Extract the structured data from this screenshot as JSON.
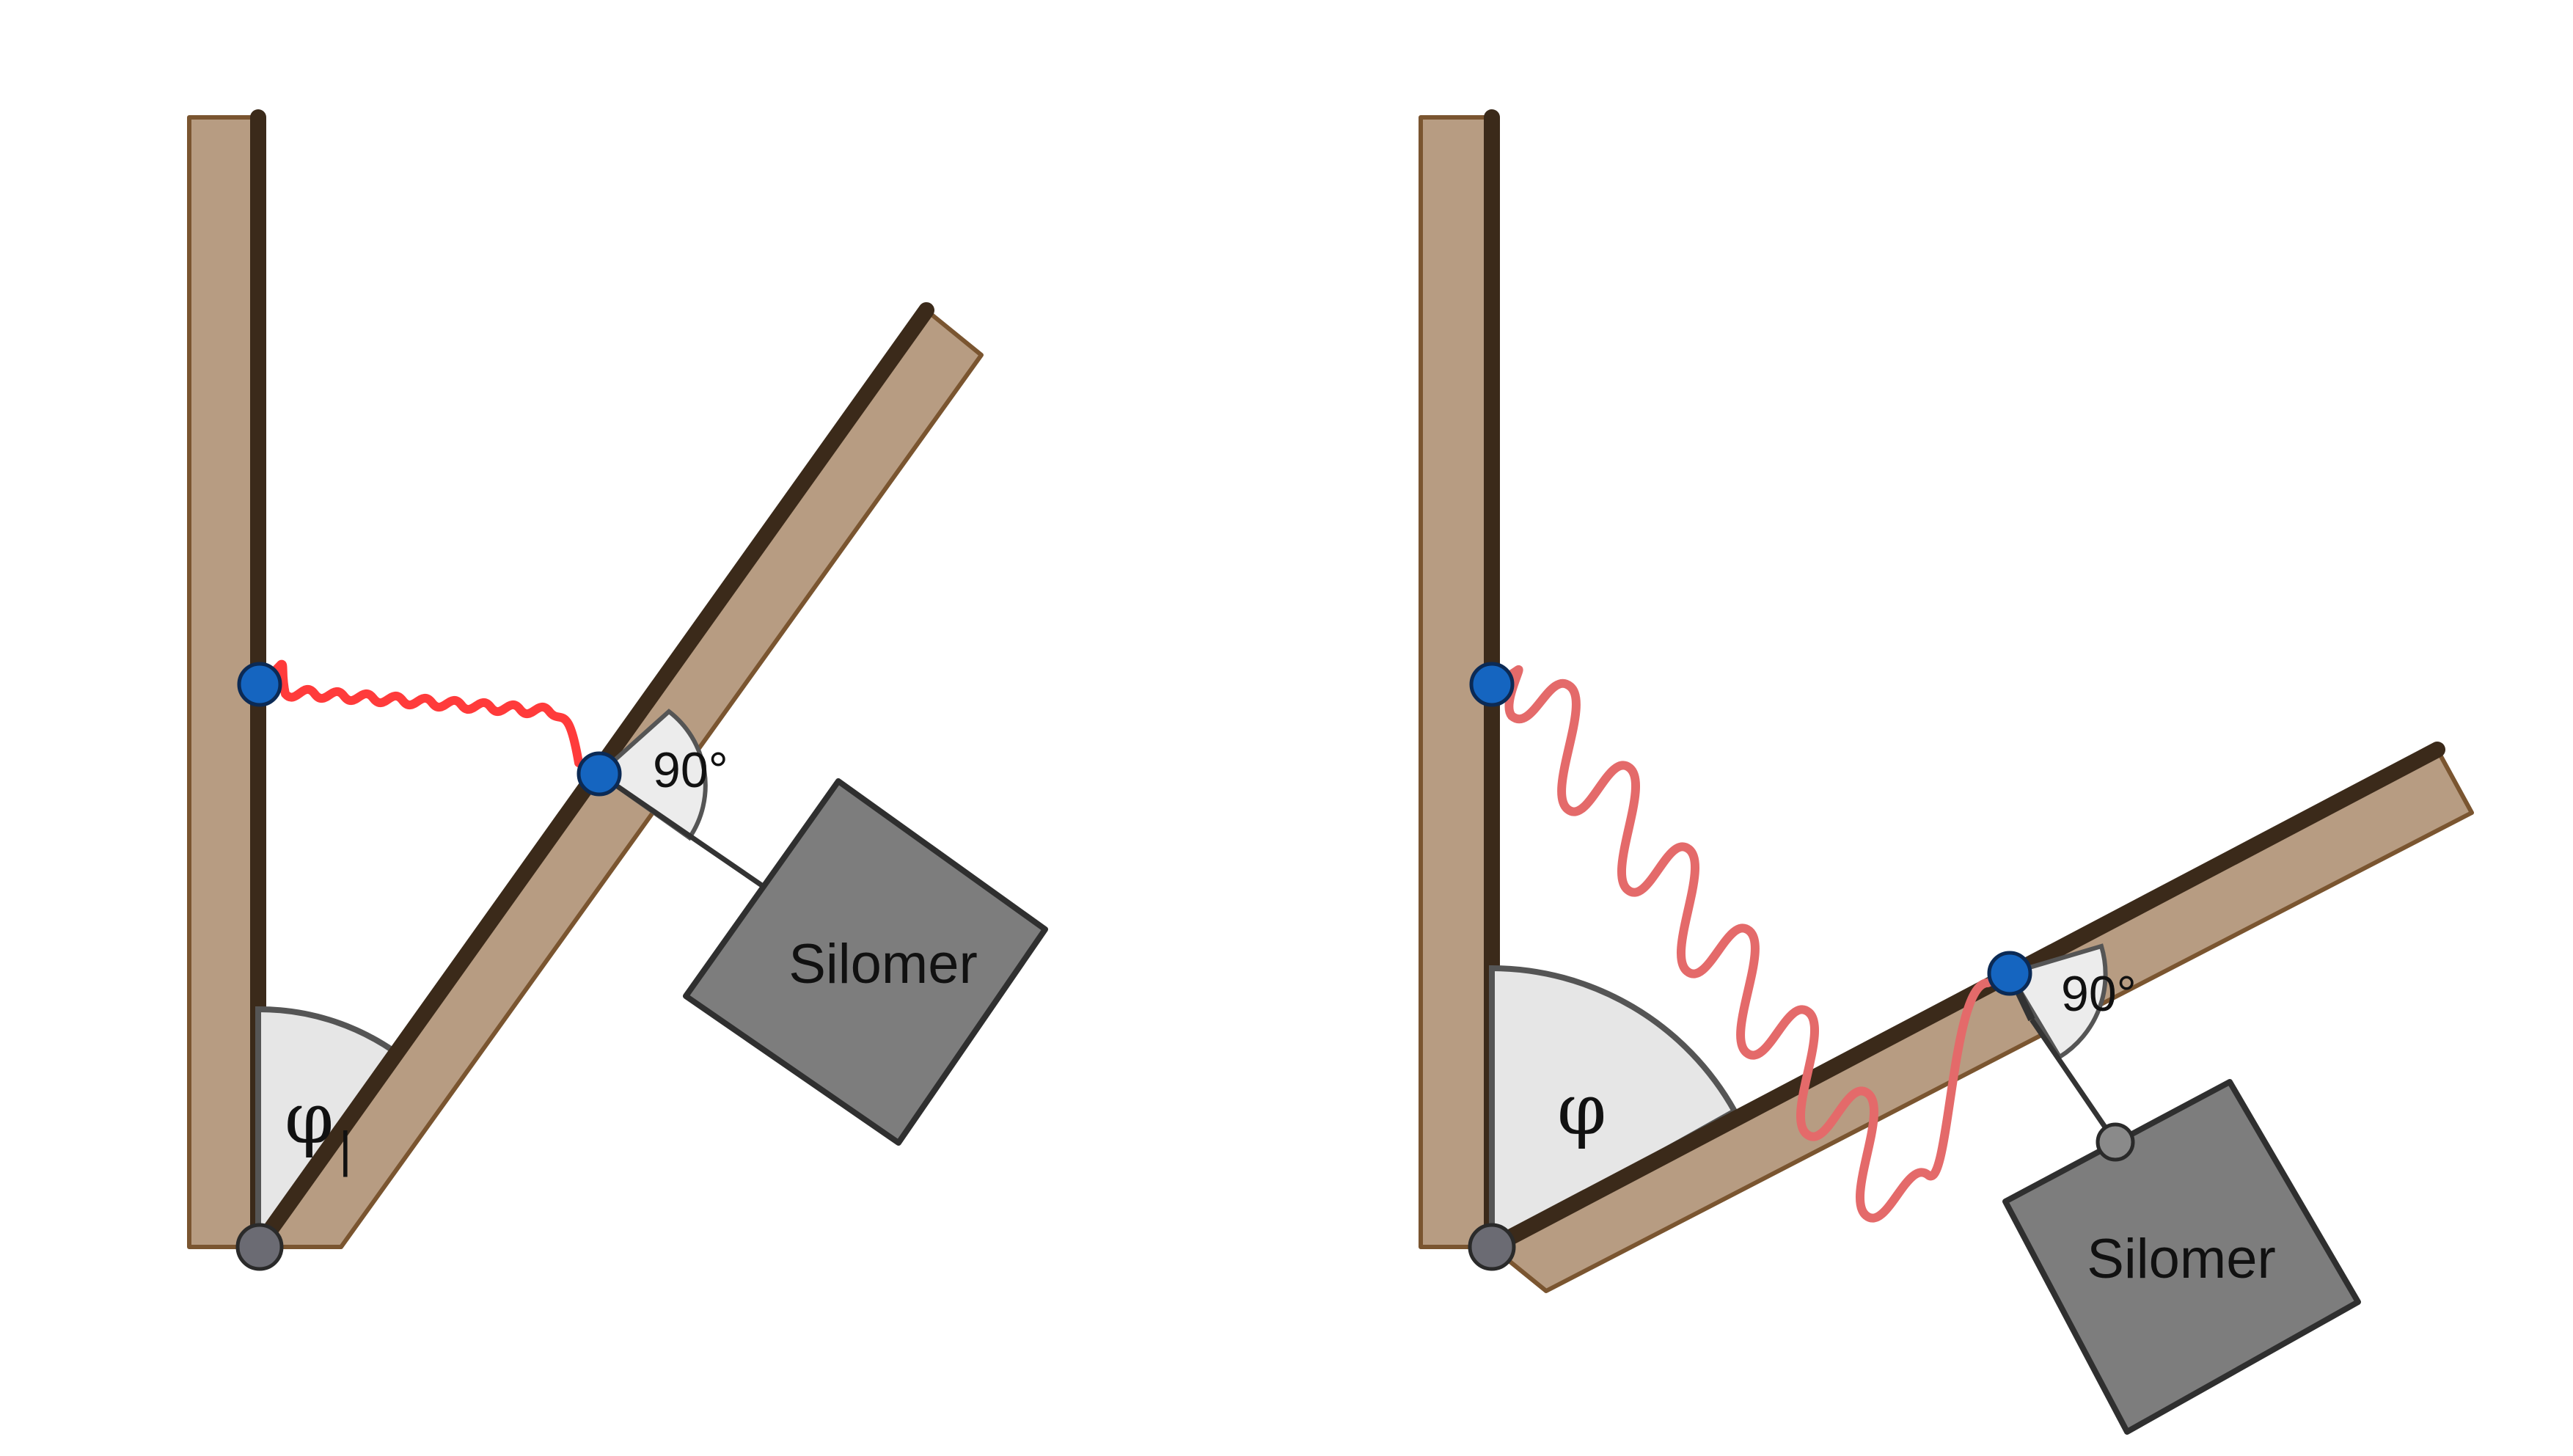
{
  "figures": [
    {
      "id": "left",
      "box_label": "Silomer",
      "right_angle_label": "90°",
      "angle_label": "φ",
      "angle_label_suffix": "|"
    },
    {
      "id": "right",
      "box_label": "Silomer",
      "right_angle_label": "90°",
      "angle_label": "φ"
    }
  ],
  "colors": {
    "plank": "#b79c82",
    "plank_border": "#7a5530",
    "beam_edge": "#3b2a1a",
    "spring_left": "#ff3b3b",
    "spring_right": "#e46a6a",
    "point_blue": "#1565c0",
    "point_gray": "#6b6b73",
    "silomer_box": "#7d7d7d",
    "angle_fill": "#e6e6e6"
  }
}
